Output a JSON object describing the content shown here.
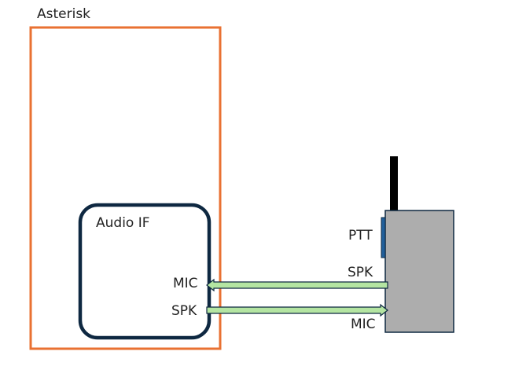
{
  "asterisk": {
    "label": "Asterisk",
    "border_color": "#E97132"
  },
  "audio_if": {
    "label": "Audio IF",
    "mic_label": "MIC",
    "spk_label": "SPK",
    "border_color": "#0E2841"
  },
  "radio": {
    "ptt_label": "PTT",
    "spk_label": "SPK",
    "mic_label": "MIC",
    "body_color": "#ADADAD",
    "outline_color": "#0E2841",
    "ptt_color": "#215F9A",
    "antenna_color": "#000000"
  },
  "arrows": {
    "fill_color": "#B4E5A2",
    "stroke_color": "#0E2841",
    "links": [
      {
        "from": "radio.SPK",
        "to": "audio_if.MIC"
      },
      {
        "from": "audio_if.SPK",
        "to": "radio.MIC"
      }
    ]
  }
}
